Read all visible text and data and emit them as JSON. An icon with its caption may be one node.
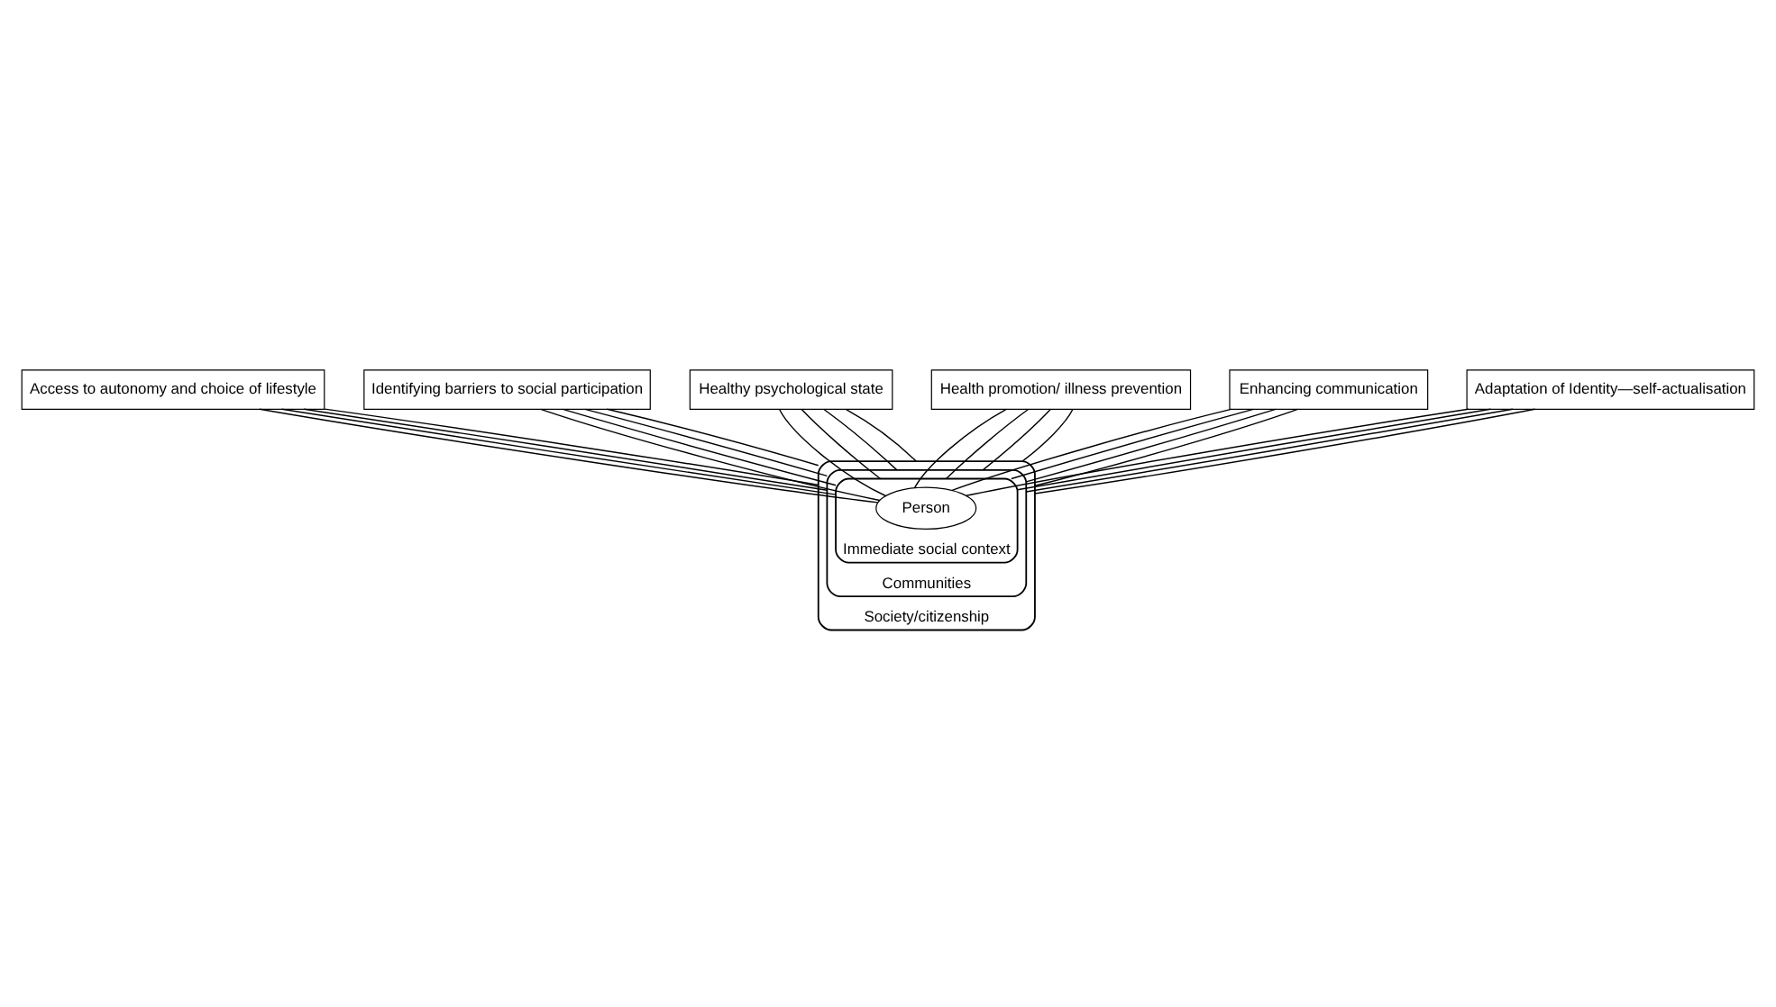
{
  "diagram": {
    "nodes": [
      {
        "text": [
          "Society/citizenship"
        ]
      },
      {
        "text": [
          "Communities"
        ],
        "in": 0
      },
      {
        "text": [
          "Immediate social context"
        ],
        "in": 1
      },
      {
        "text": [
          "Person"
        ],
        "in": 2
      },
      {
        "text": [
          "Access to autonomy and choice of lifestyle"
        ]
      },
      {
        "text": [
          "Identifying barriers to social participation"
        ]
      },
      {
        "text": [
          "Healthy psychological state"
        ]
      },
      {
        "text": [
          "Health promotion/ illness prevention"
        ]
      },
      {
        "text": [
          "Enhancing communication"
        ]
      },
      {
        "text": [
          "Adaptation of Identity—self-actualisation"
        ]
      }
    ],
    "edges": [
      {
        "from": 4,
        "to": 3,
        "arrow": "none"
      },
      {
        "from": 4,
        "to": 2,
        "arrow": "none"
      },
      {
        "from": 4,
        "to": 1,
        "arrow": "none"
      },
      {
        "from": 4,
        "to": 0,
        "arrow": "none"
      },
      {
        "from": 5,
        "to": 3,
        "arrow": "none"
      },
      {
        "from": 5,
        "to": 2,
        "arrow": "none"
      },
      {
        "from": 5,
        "to": 1,
        "arrow": "none"
      },
      {
        "from": 5,
        "to": 0,
        "arrow": "none"
      },
      {
        "from": 6,
        "to": 3,
        "arrow": "none"
      },
      {
        "from": 6,
        "to": 2,
        "arrow": "none"
      },
      {
        "from": 6,
        "to": 1,
        "arrow": "none"
      },
      {
        "from": 6,
        "to": 0,
        "arrow": "none"
      },
      {
        "from": 7,
        "to": 3,
        "arrow": "none"
      },
      {
        "from": 7,
        "to": 2,
        "arrow": "none"
      },
      {
        "from": 7,
        "to": 1,
        "arrow": "none"
      },
      {
        "from": 7,
        "to": 0,
        "arrow": "none"
      },
      {
        "from": 8,
        "to": 3,
        "arrow": "none"
      },
      {
        "from": 8,
        "to": 2,
        "arrow": "none"
      },
      {
        "from": 8,
        "to": 1,
        "arrow": "none"
      },
      {
        "from": 8,
        "to": 0,
        "arrow": "none"
      },
      {
        "from": 9,
        "to": 3,
        "arrow": "none"
      },
      {
        "from": 9,
        "to": 2,
        "arrow": "none"
      },
      {
        "from": 9,
        "to": 1,
        "arrow": "none"
      },
      {
        "from": 9,
        "to": 0,
        "arrow": "none"
      }
    ]
  }
}
